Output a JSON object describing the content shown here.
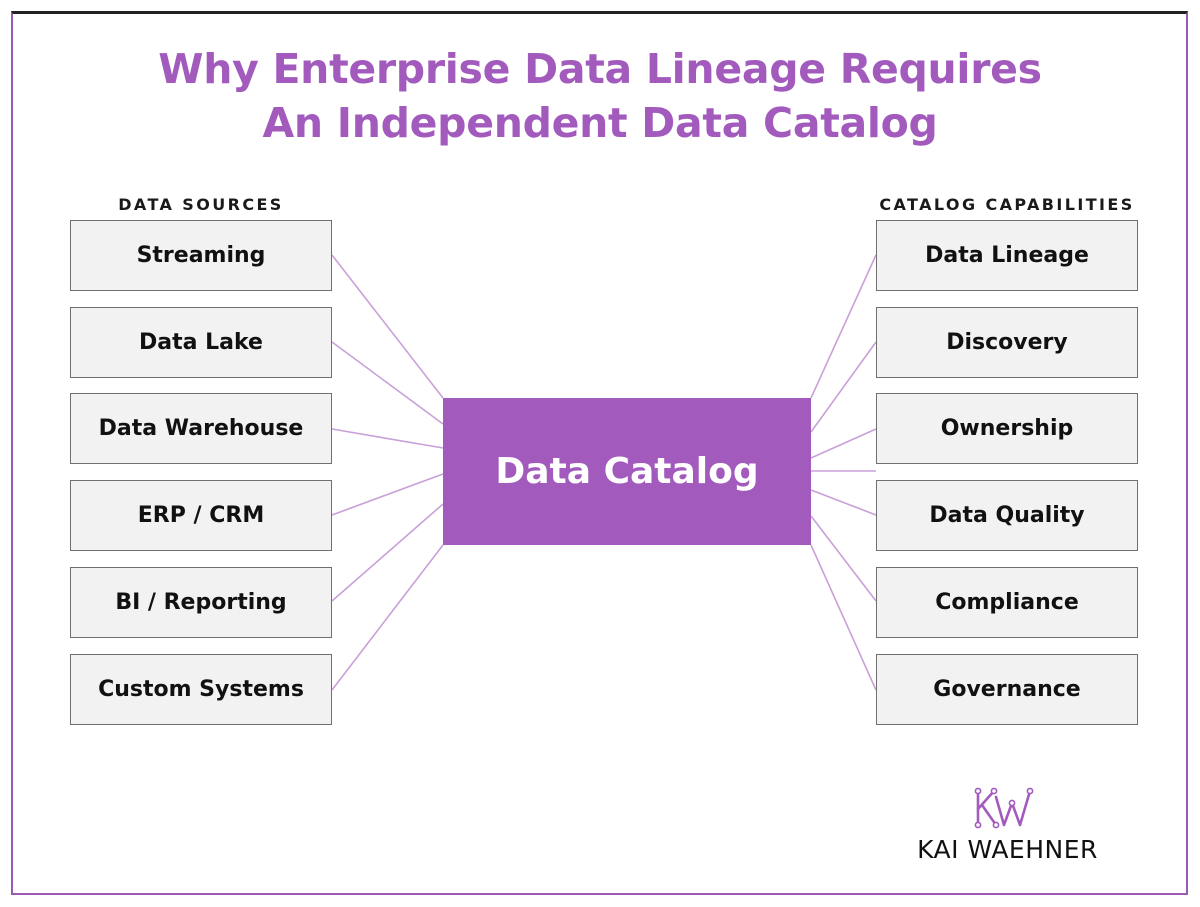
{
  "title": {
    "line1": "Why Enterprise Data Lineage Requires",
    "line2": "An Independent Data Catalog"
  },
  "left_column": {
    "header": "DATA SOURCES",
    "items": [
      "Streaming",
      "Data Lake",
      "Data Warehouse",
      "ERP / CRM",
      "BI / Reporting",
      "Custom Systems"
    ]
  },
  "right_column": {
    "header": "CATALOG CAPABILITIES",
    "items": [
      "Data Lineage",
      "Discovery",
      "Ownership",
      "Data Quality",
      "Compliance",
      "Governance"
    ]
  },
  "center": {
    "label": "Data Catalog"
  },
  "logo": {
    "text": "KAI WAEHNER",
    "icon": "kw-monogram-icon"
  },
  "colors": {
    "accent": "#a25bbd",
    "connector": "#c9a0d8",
    "node_fill": "#f2f2f2",
    "node_border": "#6f6f6f"
  }
}
